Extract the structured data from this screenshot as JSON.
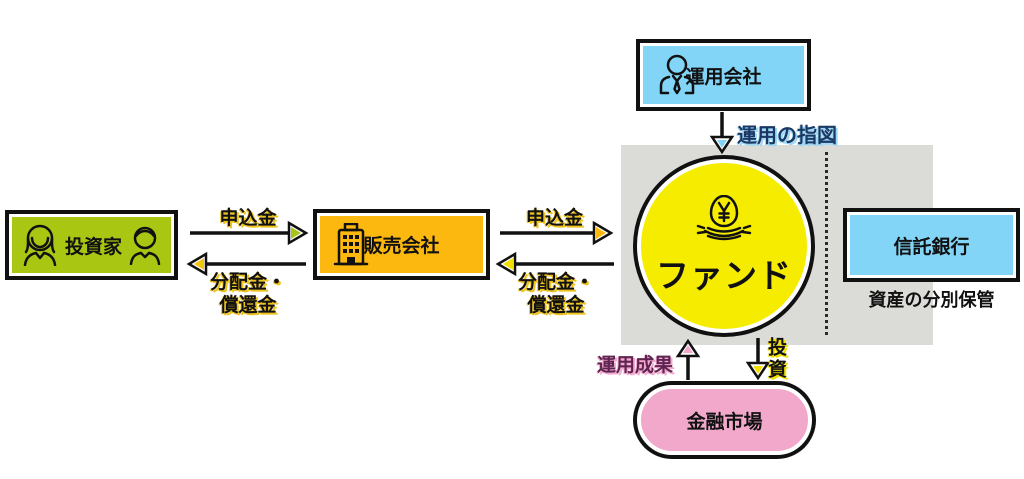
{
  "colors": {
    "investor_green": "#a9c613",
    "sales_orange": "#fcb80e",
    "company_blue": "#82d5f7",
    "fund_yellow": "#f6ec00",
    "market_pink": "#f1a8cb",
    "custody_gray": "#dbdbd7",
    "outline_black": "#111111",
    "money_label_glow": "#edc31e",
    "instruction_text": "#1b3864",
    "instruction_glow": "#9fd8f5",
    "result_text": "#5e2550",
    "result_glow": "#f5a8d0",
    "investment_glow": "#f3e000"
  },
  "nodes": {
    "investor": {
      "label": "投資家",
      "icons": {
        "left": "woman-icon",
        "right": "man-icon"
      }
    },
    "sales_company": {
      "label": "販売会社",
      "icon": "building-icon"
    },
    "management_company": {
      "label": "運用会社",
      "icon": "businessperson-icon"
    },
    "fund": {
      "label": "ファンド",
      "icon": "yen-egg-nest-icon"
    },
    "trust_bank": {
      "label": "信託銀行"
    },
    "financial_market": {
      "label": "金融市場"
    }
  },
  "edges": {
    "investor_to_sales": {
      "label": "申込金",
      "direction": "right",
      "accent": "#aac21c"
    },
    "sales_to_investor": {
      "label_line1": "分配金・",
      "label_line2": "償還金",
      "direction": "left",
      "accent": "#f3c50f"
    },
    "sales_to_fund": {
      "label": "申込金",
      "direction": "right",
      "accent": "#fcb80e"
    },
    "fund_to_sales": {
      "label_line1": "分配金・",
      "label_line2": "償還金",
      "direction": "left",
      "accent": "#f3e000"
    },
    "management_to_fund": {
      "label": "運用の指図",
      "direction": "down",
      "accent": "#82d5f7"
    },
    "fund_to_market": {
      "label": "投資",
      "direction": "down",
      "accent": "#f3e000"
    },
    "market_to_fund": {
      "label": "運用成果",
      "direction": "up",
      "accent": "#f1a8cb"
    }
  },
  "annotations": {
    "custody_note": "資産の分別保管"
  }
}
